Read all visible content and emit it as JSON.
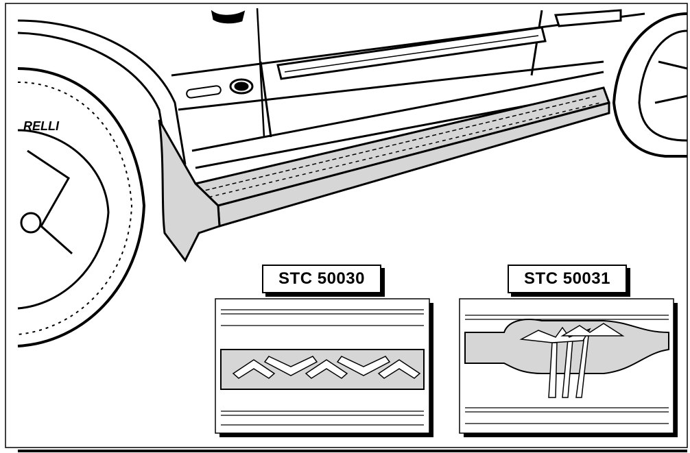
{
  "title": "",
  "labels": {
    "part_a": "STC 50030",
    "part_b": "STC 50031"
  },
  "tyre_text": "RELLI",
  "colors": {
    "line": "#000000",
    "fill": "#d6d6d6",
    "background": "#ffffff"
  }
}
